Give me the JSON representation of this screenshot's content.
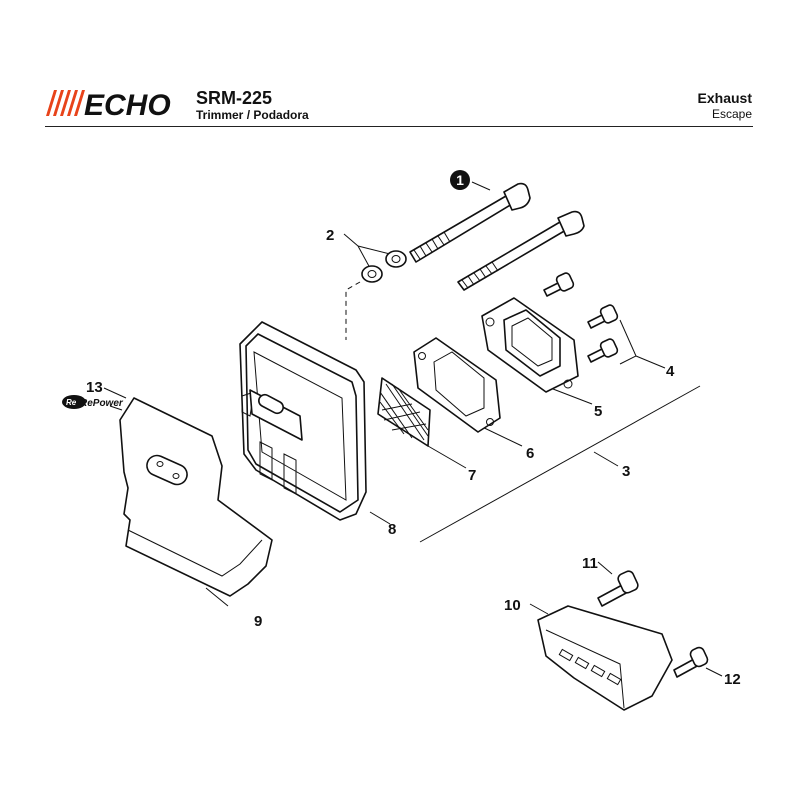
{
  "header": {
    "brand": "ECHO",
    "brand_color": "#e8431a",
    "model": "SRM-225",
    "subtitle": "Trimmer / Podadora",
    "section_en": "Exhaust",
    "section_es": "Escape"
  },
  "callouts": [
    "1",
    "2",
    "3",
    "4",
    "5",
    "6",
    "7",
    "8",
    "9",
    "10",
    "11",
    "12",
    "13"
  ],
  "repower_label": "RePower"
}
